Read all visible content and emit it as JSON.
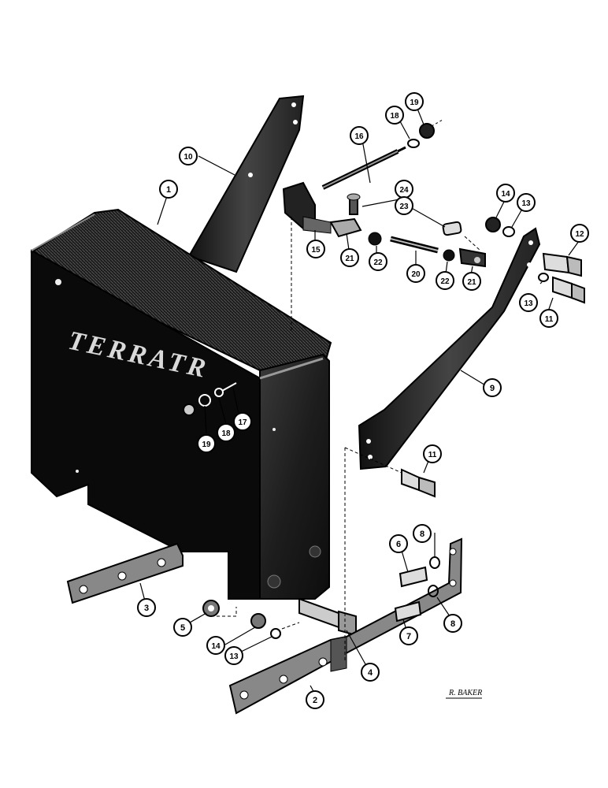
{
  "brand_text": "TERRATR",
  "signature": "R. BAKER",
  "callouts": [
    {
      "id": "c1",
      "label": "1"
    },
    {
      "id": "c10",
      "label": "10"
    },
    {
      "id": "c16",
      "label": "16"
    },
    {
      "id": "c18a",
      "label": "18"
    },
    {
      "id": "c19a",
      "label": "19"
    },
    {
      "id": "c24",
      "label": "24"
    },
    {
      "id": "c23",
      "label": "23"
    },
    {
      "id": "c14a",
      "label": "14"
    },
    {
      "id": "c13a",
      "label": "13"
    },
    {
      "id": "c15",
      "label": "15"
    },
    {
      "id": "c21a",
      "label": "21"
    },
    {
      "id": "c22a",
      "label": "22"
    },
    {
      "id": "c20",
      "label": "20"
    },
    {
      "id": "c22b",
      "label": "22"
    },
    {
      "id": "c21b",
      "label": "21"
    },
    {
      "id": "c12",
      "label": "12"
    },
    {
      "id": "c13b",
      "label": "13"
    },
    {
      "id": "c11a",
      "label": "11"
    },
    {
      "id": "c9",
      "label": "9"
    },
    {
      "id": "c17",
      "label": "17"
    },
    {
      "id": "c18b",
      "label": "18"
    },
    {
      "id": "c19b",
      "label": "19"
    },
    {
      "id": "c11b",
      "label": "11"
    },
    {
      "id": "c8a",
      "label": "8"
    },
    {
      "id": "c6",
      "label": "6"
    },
    {
      "id": "c8b",
      "label": "8"
    },
    {
      "id": "c7",
      "label": "7"
    },
    {
      "id": "c3",
      "label": "3"
    },
    {
      "id": "c5",
      "label": "5"
    },
    {
      "id": "c14b",
      "label": "14"
    },
    {
      "id": "c13c",
      "label": "13"
    },
    {
      "id": "c4",
      "label": "4"
    },
    {
      "id": "c2",
      "label": "2"
    }
  ]
}
